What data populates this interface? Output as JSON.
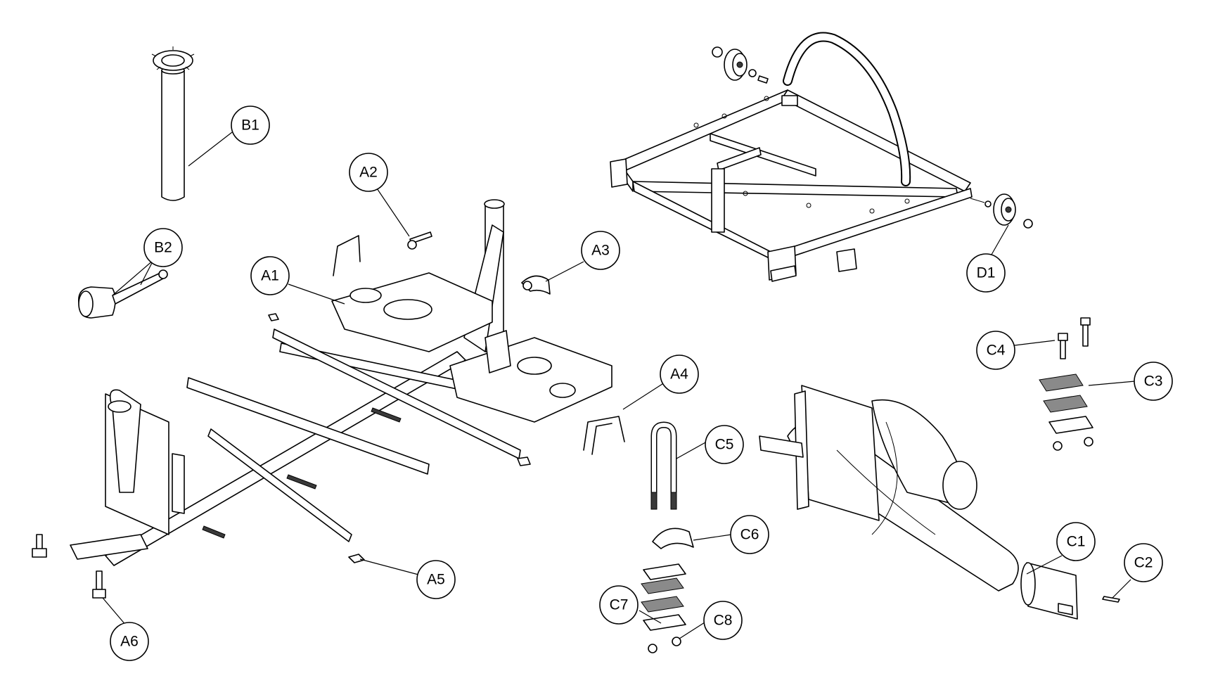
{
  "callouts": [
    {
      "id": "b1",
      "label": "B1"
    },
    {
      "id": "b2",
      "label": "B2"
    },
    {
      "id": "a1",
      "label": "A1"
    },
    {
      "id": "a2",
      "label": "A2"
    },
    {
      "id": "a3",
      "label": "A3"
    },
    {
      "id": "a4",
      "label": "A4"
    },
    {
      "id": "a5",
      "label": "A5"
    },
    {
      "id": "a6",
      "label": "A6"
    },
    {
      "id": "c1",
      "label": "C1"
    },
    {
      "id": "c2",
      "label": "C2"
    },
    {
      "id": "c3",
      "label": "C3"
    },
    {
      "id": "c4",
      "label": "C4"
    },
    {
      "id": "c5",
      "label": "C5"
    },
    {
      "id": "c6",
      "label": "C6"
    },
    {
      "id": "c7",
      "label": "C7"
    },
    {
      "id": "c8",
      "label": "C8"
    },
    {
      "id": "d1",
      "label": "D1"
    }
  ]
}
